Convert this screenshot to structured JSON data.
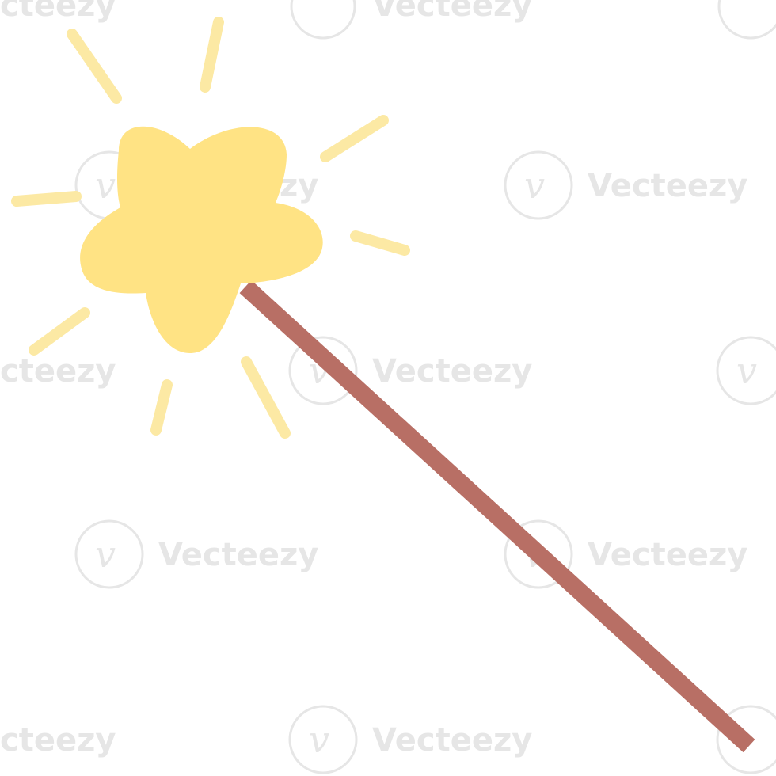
{
  "illustration": {
    "subject": "magic-wand",
    "colors": {
      "star_fill": "#FFE384",
      "star_rays": "#FCE9A4",
      "stick": "#B86F65",
      "background": "#FFFFFF"
    }
  },
  "watermark": {
    "text": "Vecteezy",
    "text_partial": "cteezy",
    "logo_glyph": "v",
    "color": "#E6E6E6"
  }
}
